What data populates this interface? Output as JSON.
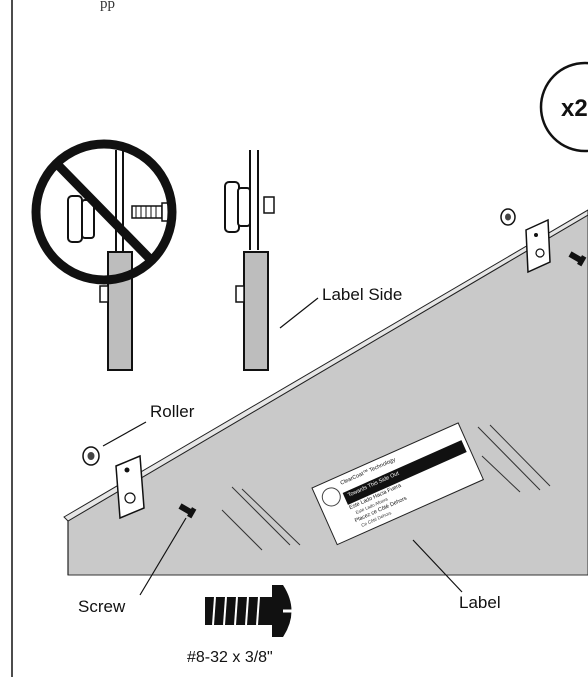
{
  "header": {
    "fragment_text": "pp"
  },
  "quantity": {
    "label": "x2"
  },
  "callouts": {
    "label_side": "Label Side",
    "roller": "Roller",
    "screw": "Screw",
    "label": "Label"
  },
  "screw_spec": "#8-32 x 3/8\"",
  "product_label": {
    "line1": "ClearCoat™ Technology",
    "line2": "Towards This Side Out",
    "line3": "Este Lado Hacia Fuera",
    "line4": "Este Lado Afuera",
    "line5": "Placez ce Côté Dehors",
    "line6": "Ce Côté Dehors"
  },
  "colors": {
    "glass": "#c9c9c9",
    "line": "#111111",
    "background": "#ffffff"
  },
  "icons": [
    "prohibition-icon",
    "quantity-badge-icon",
    "screw-icon",
    "roller-icon",
    "bracket-icon"
  ]
}
